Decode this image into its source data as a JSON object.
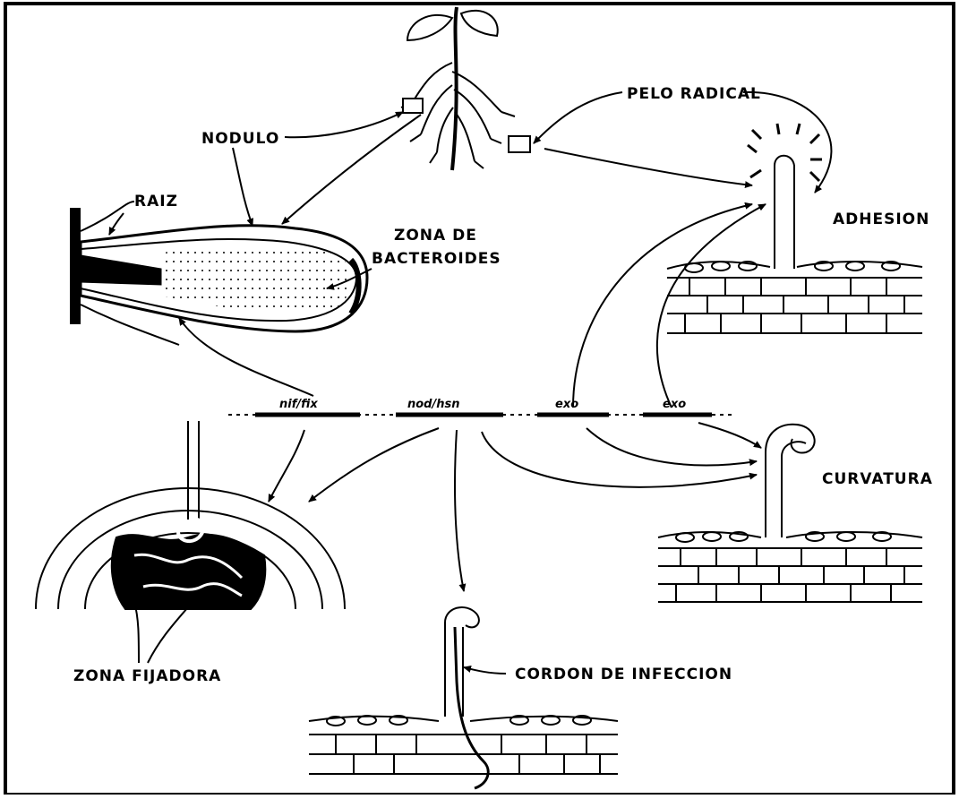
{
  "labels": {
    "plant": "",
    "nodulo": "NODULO",
    "raiz": "RAIZ",
    "pelo_radical": "PELO RADICAL",
    "adhesion": "ADHESION",
    "zona_de": "ZONA DE",
    "bacteroides": "BACTEROIDES",
    "curvatura": "CURVATURA",
    "zona_fijadora": "ZONA FIJADORA",
    "cordon_infeccion": "CORDON DE INFECCION"
  },
  "genes": {
    "nif_fix": "nif/fix",
    "nod_hsn": "nod/hsn",
    "exo": "exo",
    "exo2": "exo"
  }
}
